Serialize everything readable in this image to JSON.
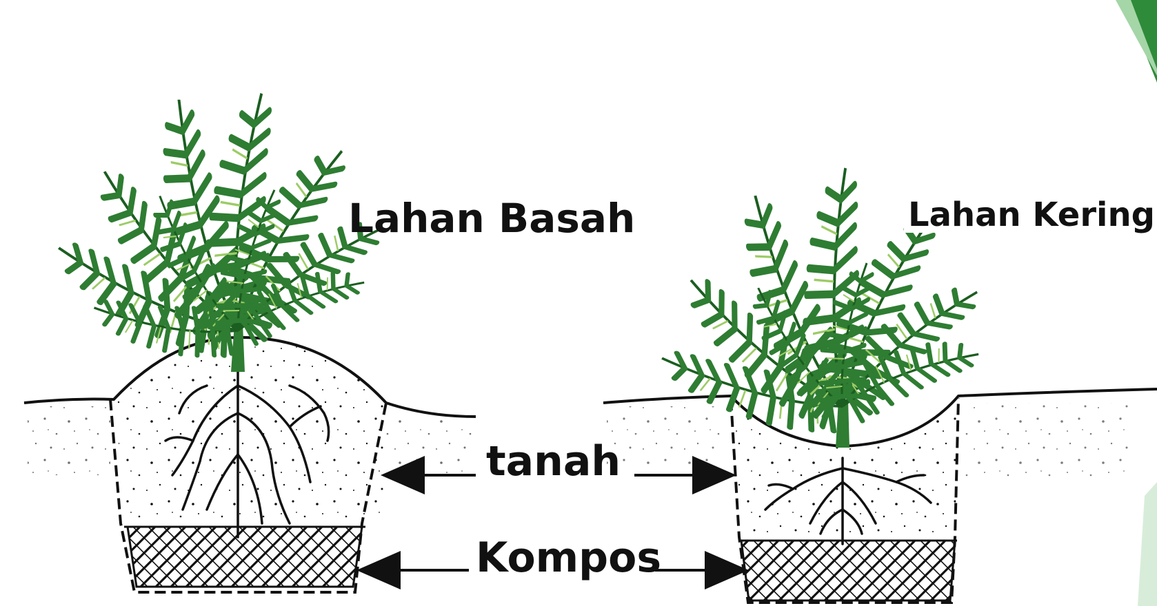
{
  "labels": {
    "wet_land": "Lahan Basah",
    "dry_land": "Lahan Kering",
    "soil": "tanah",
    "compost": "Kompos"
  },
  "colors": {
    "leaf_dark": "#2e7d32",
    "leaf_mid": "#43a047",
    "leaf_light": "#9ccc65",
    "stem": "#1b5e20",
    "ink": "#111111",
    "corner_green": "#2e8b3a"
  },
  "icons": [
    "oil-palm-seedling",
    "arrow-left"
  ]
}
